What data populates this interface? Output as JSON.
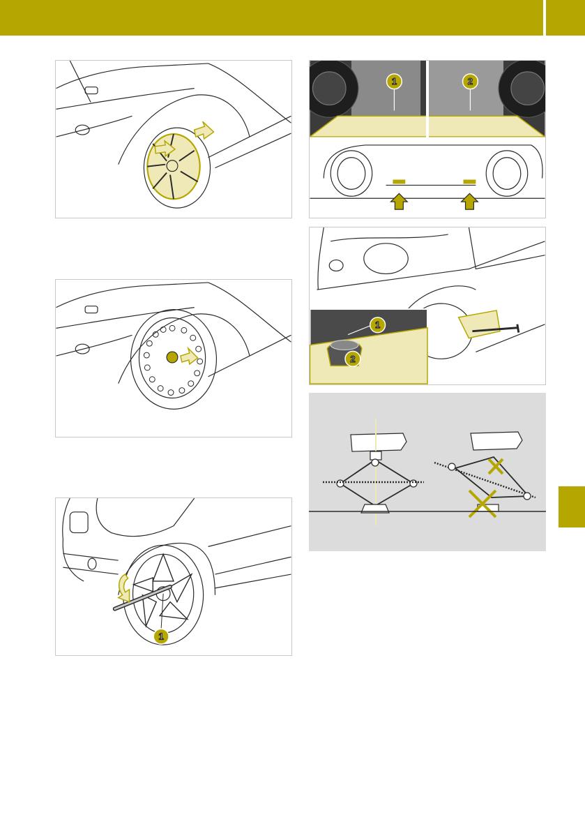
{
  "colors": {
    "accent": "#b5a600",
    "highlight": "#efe9b8",
    "line": "#2a2a2a",
    "panel_bg": "#dcdcdc",
    "border": "#c8c8c8"
  },
  "figures": {
    "jack_points": {
      "callout_1": "1",
      "callout_2": "2"
    },
    "jack_placement": {
      "callout_1": "1",
      "callout_2": "2"
    },
    "alloy_wheel": {
      "callout_1": "1"
    }
  }
}
